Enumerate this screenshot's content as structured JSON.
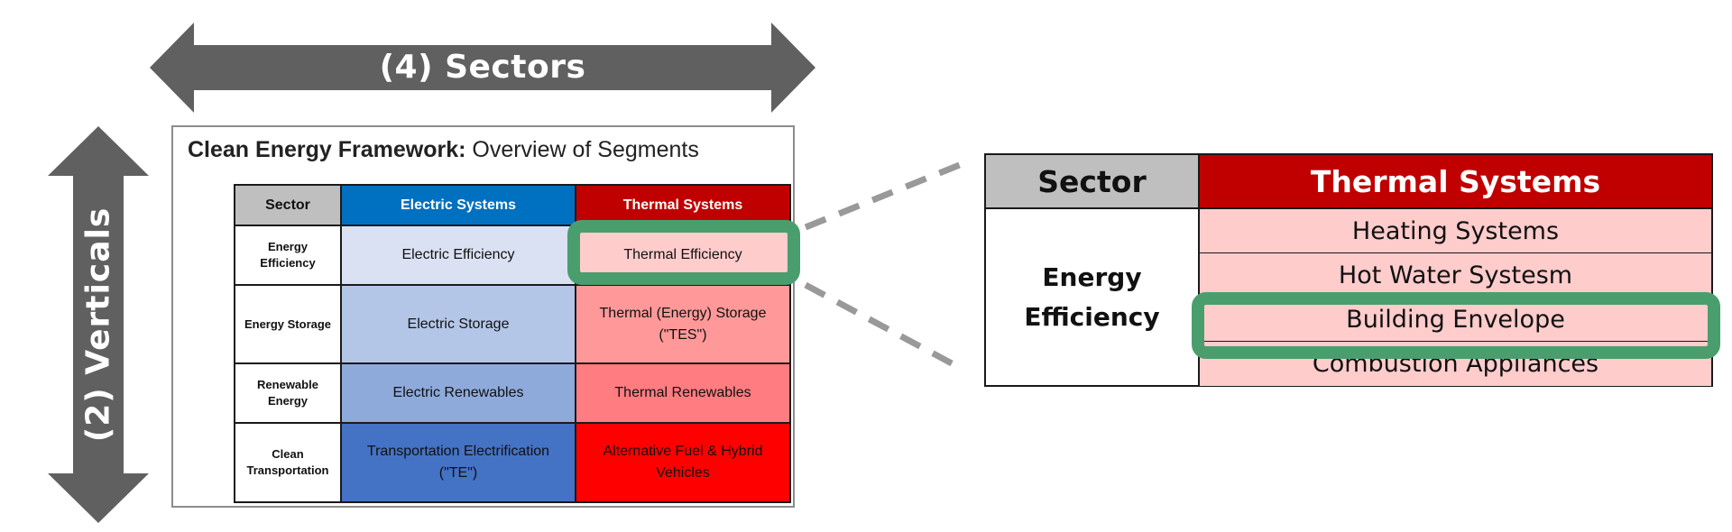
{
  "arrows": {
    "horizontal_label": "(4) Sectors",
    "vertical_label": "(2) Verticals",
    "color": "#606060"
  },
  "framework": {
    "title_bold": "Clean Energy Framework:",
    "title_regular": " Overview of Segments",
    "headers": [
      {
        "label": "Sector",
        "bg": "#bfbfbf",
        "fg": "#111111"
      },
      {
        "label": "Electric Systems",
        "bg": "#0070c0",
        "fg": "#ffffff"
      },
      {
        "label": "Thermal Systems",
        "bg": "#c00000",
        "fg": "#ffffff"
      }
    ],
    "rows": [
      {
        "sector": "Energy Efficiency",
        "electric": "Electric Efficiency",
        "thermal": "Thermal Efficiency",
        "electric_bg": "#d9e1f2",
        "thermal_bg": "#ffcccc"
      },
      {
        "sector": "Energy Storage",
        "electric": "Electric Storage",
        "thermal": "Thermal (Energy) Storage (\"TES\")",
        "electric_bg": "#b4c6e7",
        "thermal_bg": "#ff9999"
      },
      {
        "sector": "Renewable Energy",
        "electric": "Electric Renewables",
        "thermal": "Thermal Renewables",
        "electric_bg": "#8eaadb",
        "thermal_bg": "#ff7c80"
      },
      {
        "sector": "Clean Transportation",
        "electric": "Transportation Electrification (\"TE\")",
        "thermal": "Alternative Fuel & Hybrid Vehicles",
        "electric_bg": "#4472c4",
        "thermal_bg": "#ff0000"
      }
    ],
    "highlighted_cell": "Thermal Efficiency"
  },
  "detail": {
    "headers": [
      {
        "label": "Sector",
        "bg": "#bfbfbf",
        "fg": "#111111"
      },
      {
        "label": "Thermal Systems",
        "bg": "#c00000",
        "fg": "#ffffff"
      }
    ],
    "sector": "Energy Efficiency",
    "items": [
      "Heating Systems",
      "Hot Water Systesm",
      "Building Envelope",
      "Combustion Appliances"
    ],
    "highlighted_item": "Building Envelope"
  },
  "highlight_color": "#4a9e6e",
  "connector_color": "#999999"
}
